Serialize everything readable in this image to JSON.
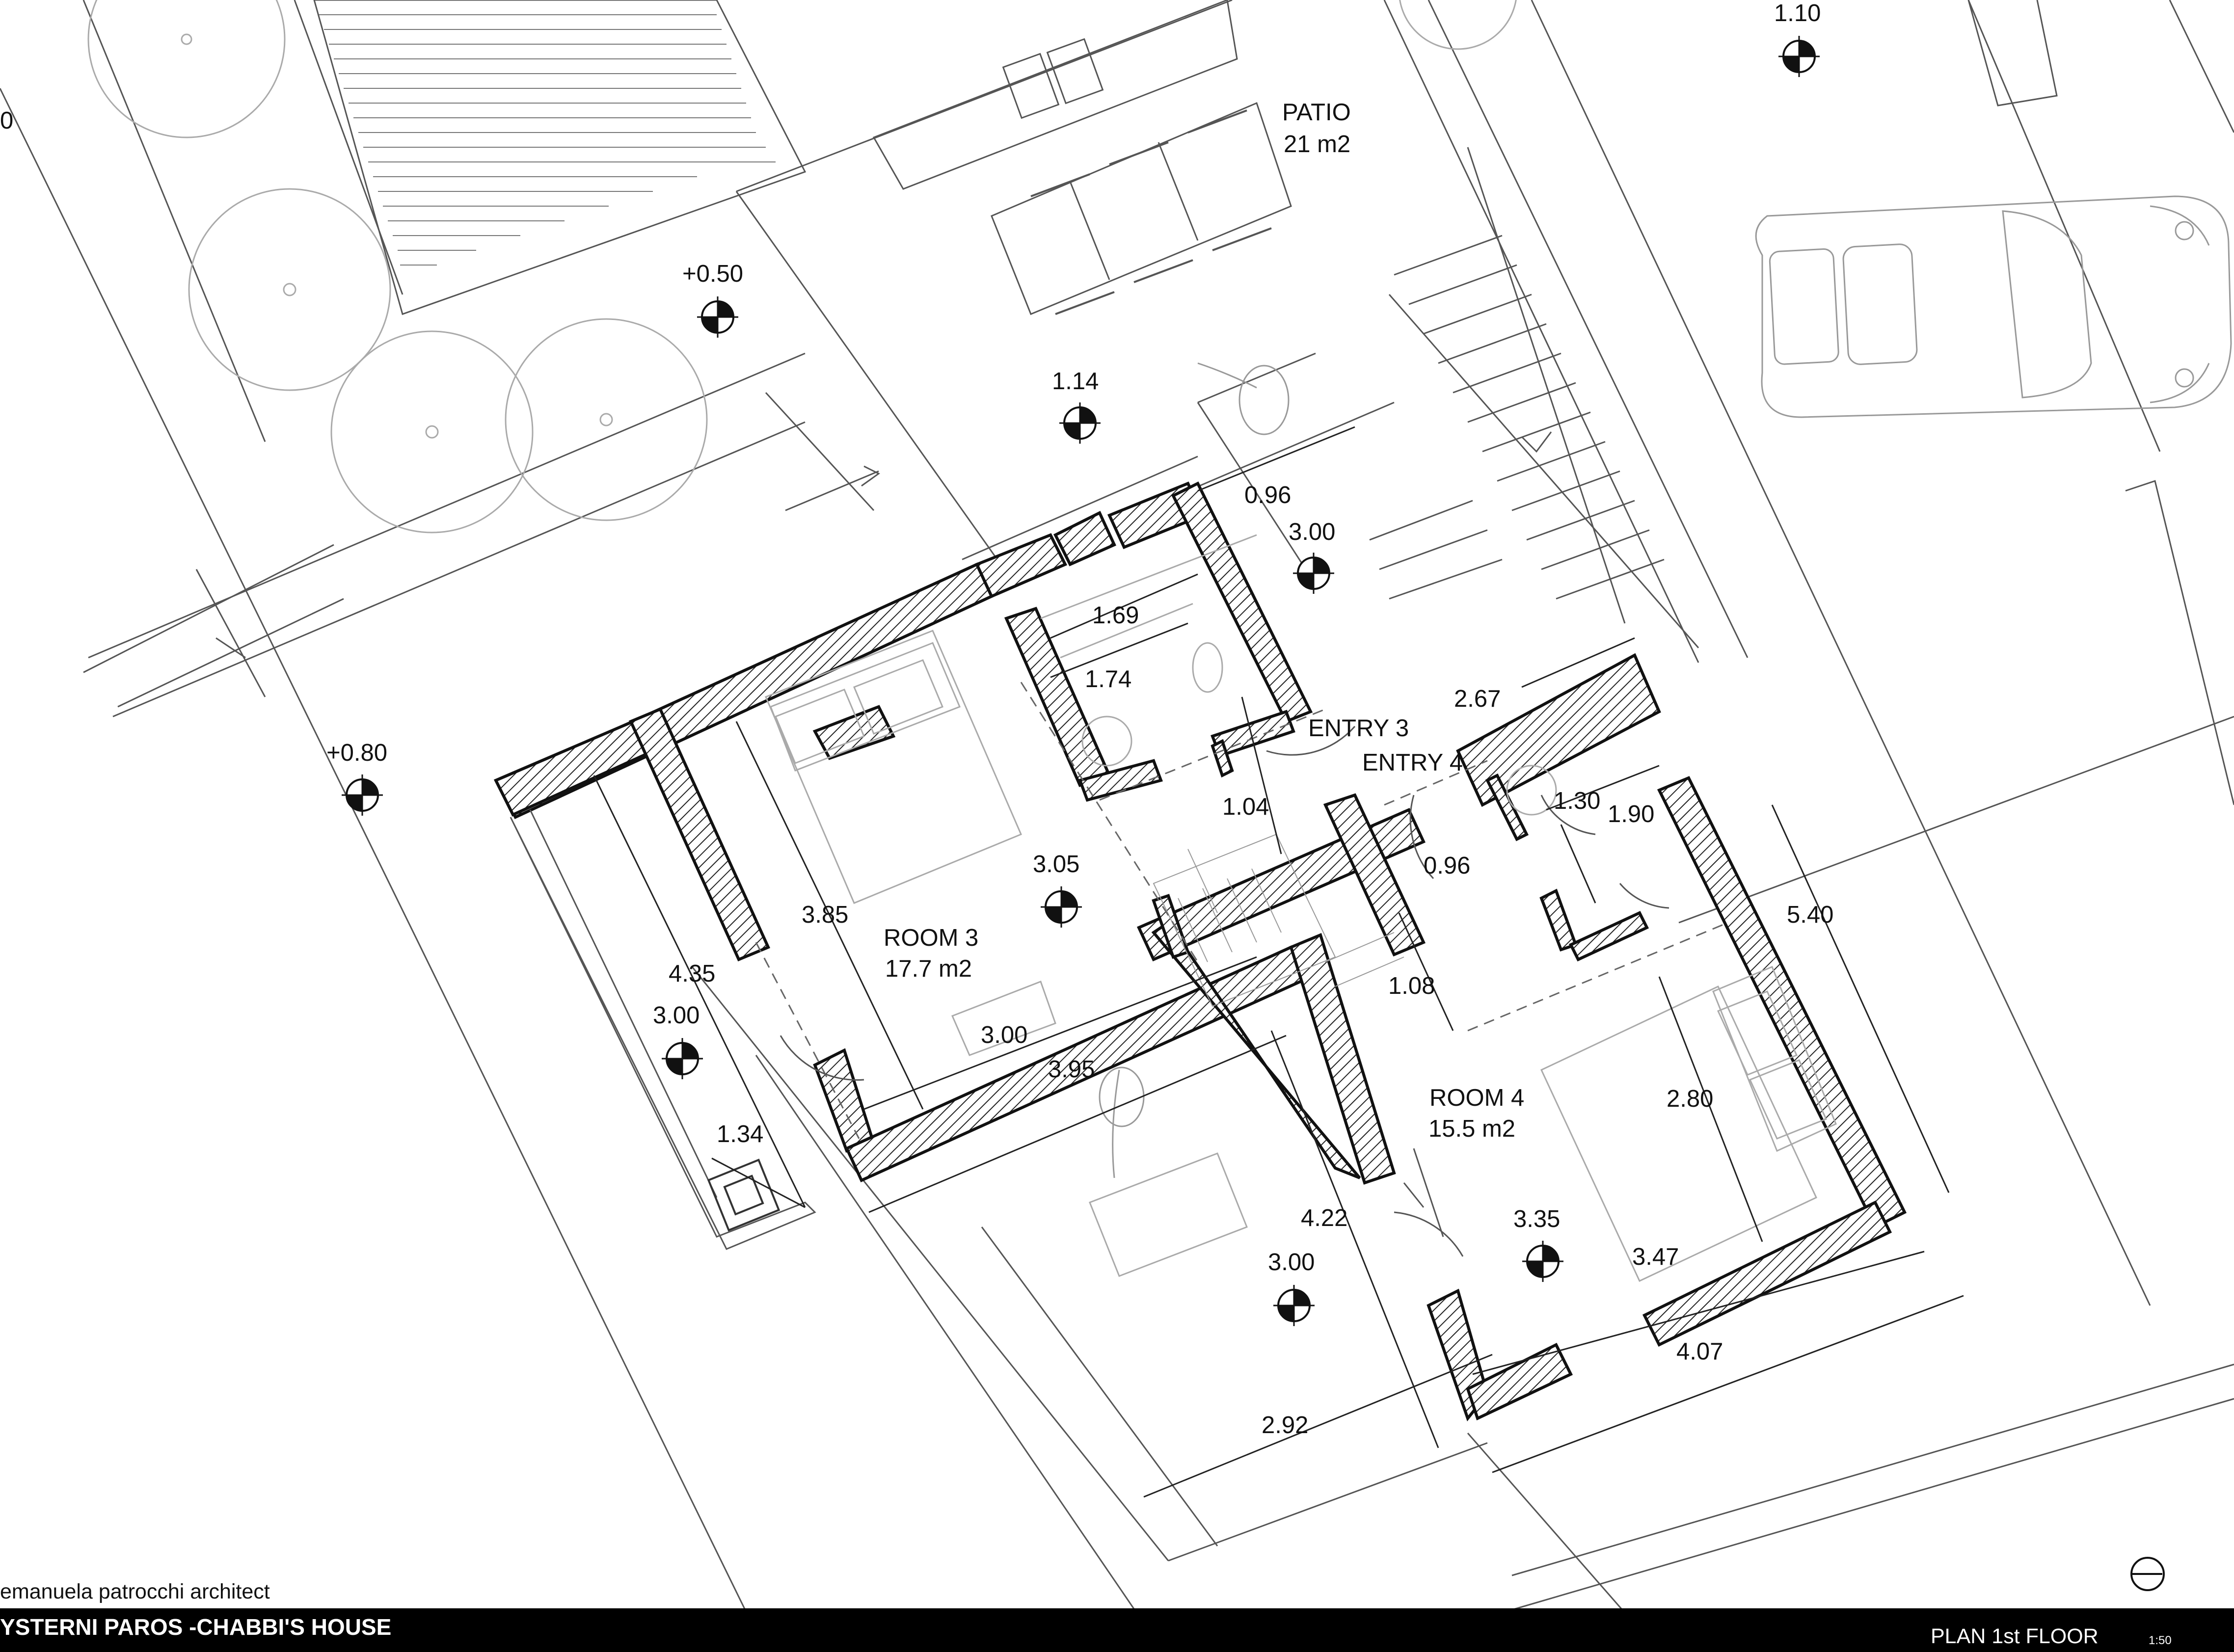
{
  "drawing": {
    "author": "emanuela patrocchi  architect",
    "project": "YSTERNI PAROS -CHABBI'S HOUSE",
    "sheet": "PLAN 1st FLOOR",
    "scale": "1:50",
    "edge_label": "0"
  },
  "rooms": {
    "patio": {
      "name": "PATIO",
      "area": "21 m2"
    },
    "room3": {
      "name": "ROOM 3",
      "area": "17.7 m2"
    },
    "room4": {
      "name": "ROOM 4",
      "area": "15.5 m2"
    },
    "entry3": "ENTRY 3",
    "entry4": "ENTRY 4"
  },
  "levels": {
    "l1": "1.10",
    "l2": "+0.50",
    "l3": "1.14",
    "l4": "3.00",
    "l5": "+0.80",
    "l6": "3.05",
    "l7": "3.00",
    "l8": "3.35",
    "l9": "3.00"
  },
  "dimensions": {
    "d1": "0.96",
    "d2": "1.69",
    "d3": "1.74",
    "d4": "2.67",
    "d5": "1.04",
    "d6": "1.30",
    "d7": "1.90",
    "d8": "0.96",
    "d9": "5.40",
    "d10": "3.85",
    "d11": "4.35",
    "d12": "1.08",
    "d13": "3.00",
    "d14": "2.80",
    "d15": "3.95",
    "d16": "1.34",
    "d17": "4.22",
    "d18": "3.47",
    "d19": "4.07",
    "d20": "2.92"
  },
  "icons": {
    "level_marker": "level-marker-icon",
    "north_arrow": "north-arrow-icon",
    "car": "car-icon"
  }
}
